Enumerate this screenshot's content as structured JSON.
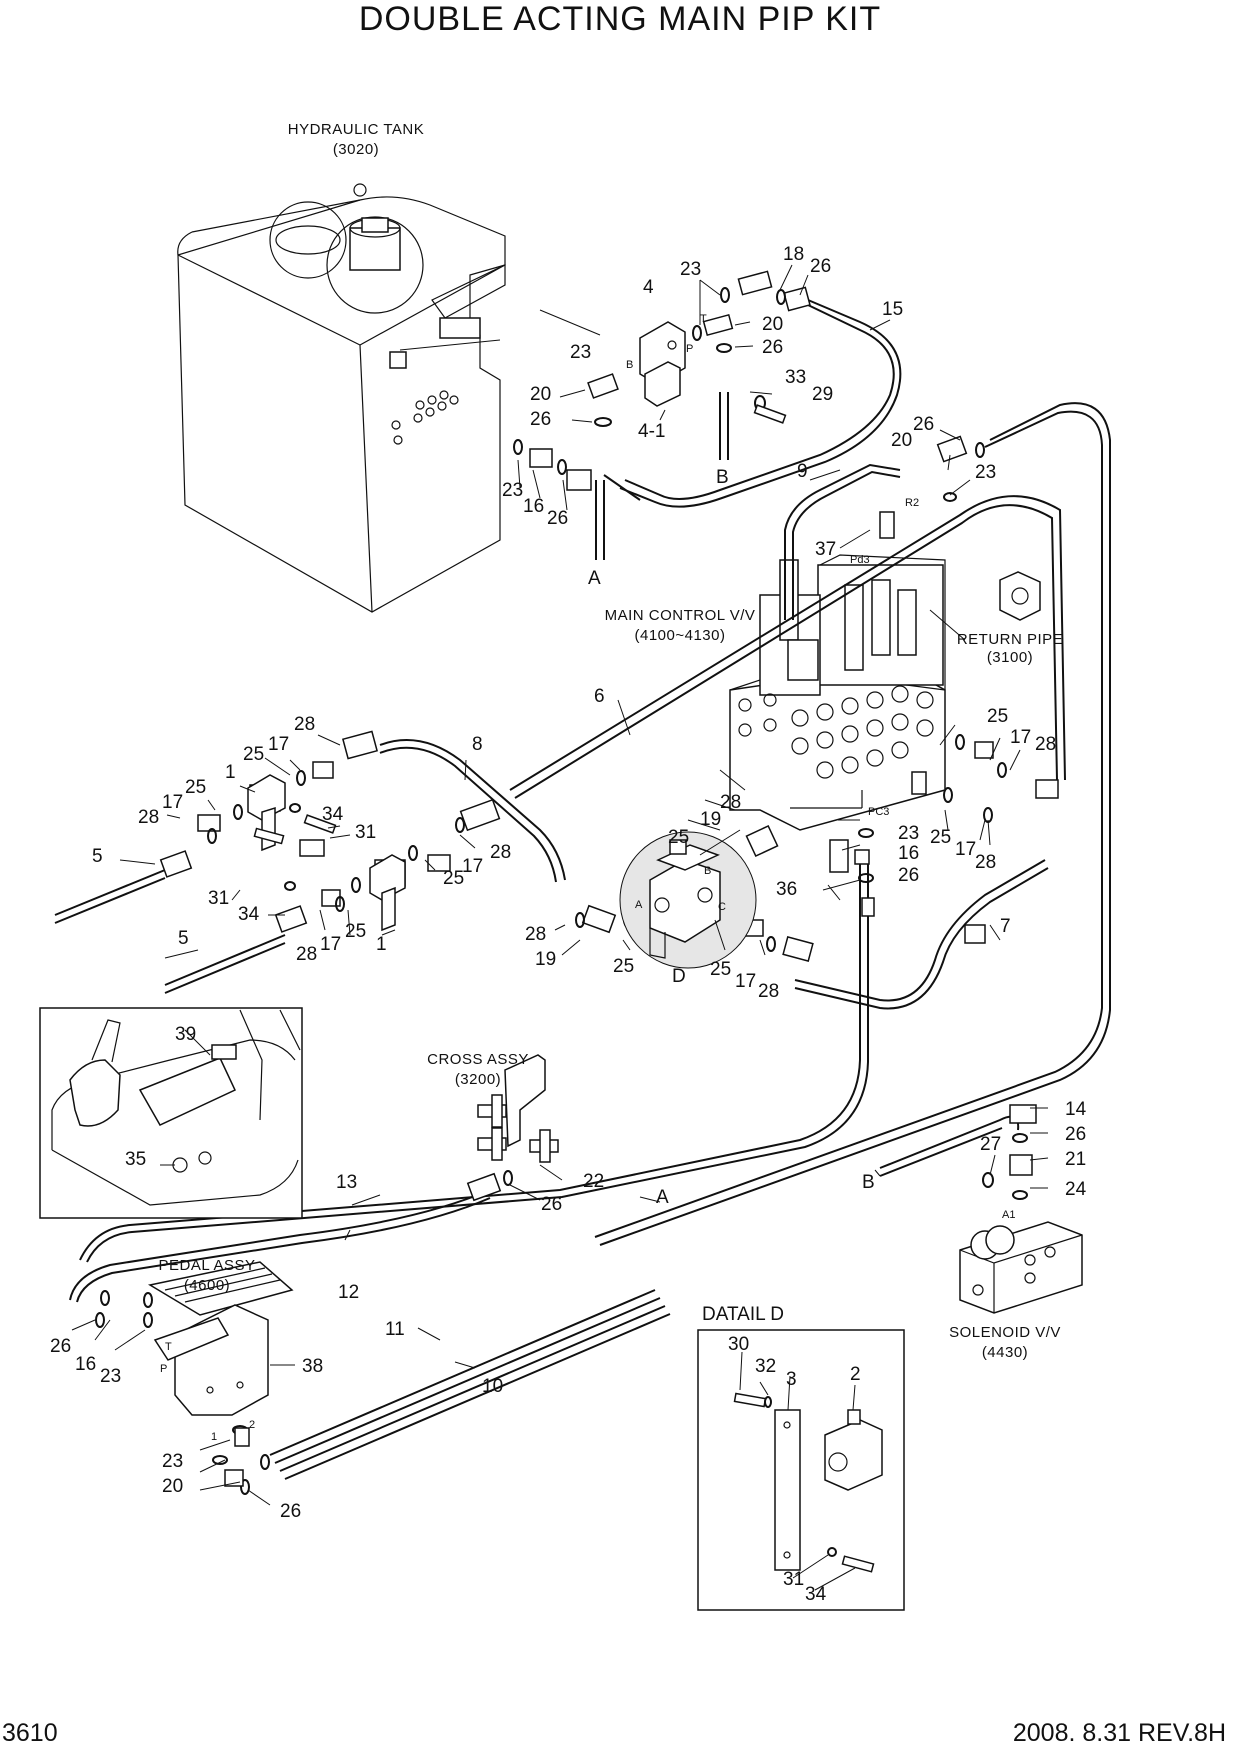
{
  "header": {
    "title": "DOUBLE ACTING MAIN PIP KIT"
  },
  "footer": {
    "page_number": "3610",
    "revision": "2008. 8.31  REV.8H"
  },
  "assemblies": {
    "hydraulic_tank": {
      "name": "HYDRAULIC TANK",
      "code": "(3020)"
    },
    "main_control": {
      "name": "MAIN CONTROL V/V",
      "code": "(4100~4130)"
    },
    "return_pipe": {
      "name": "RETURN PIPE",
      "code": "(3100)"
    },
    "cross_assy": {
      "name": "CROSS ASSY",
      "code": "(3200)"
    },
    "pedal_assy": {
      "name": "PEDAL ASSY",
      "code": "(4600)"
    },
    "solenoid": {
      "name": "SOLENOID V/V",
      "code": "(4430)"
    },
    "detail_d": {
      "title": "DATAIL D"
    }
  },
  "ports": {
    "t": "T",
    "p": "P",
    "b": "B",
    "r2": "R2",
    "pd3": "Pd3",
    "pc3": "PC3",
    "a": "A",
    "c": "C",
    "a1": "A1",
    "one": "1",
    "two": "2"
  },
  "connectors": {
    "a": "A",
    "b": "B",
    "d": "D"
  },
  "callouts": {
    "c1": "23",
    "c2": "18",
    "c3": "26",
    "c4": "4",
    "c5": "15",
    "c6": "20",
    "c7": "26",
    "c8": "23",
    "c9": "33",
    "c10": "29",
    "c11": "20",
    "c12": "26",
    "c13": "4-1",
    "c14": "B",
    "c15": "23",
    "c16": "16",
    "c17": "26",
    "c18": "A",
    "c19": "9",
    "c20": "26",
    "c21": "20",
    "c22": "23",
    "c23": "37",
    "c24": "6",
    "c25": "28",
    "c26": "17",
    "c27": "25",
    "c28": "8",
    "c29": "1",
    "c30": "25",
    "c31": "17",
    "c32": "28",
    "c33": "34",
    "c34": "31",
    "c35": "5",
    "c36": "17",
    "c37": "28",
    "c38": "25",
    "c39": "31",
    "c40": "34",
    "c41": "25",
    "c42": "28",
    "c43": "17",
    "c44": "1",
    "c45": "5",
    "c46": "28",
    "c47": "19",
    "c48": "25",
    "c49": "28",
    "c50": "19",
    "c51": "25",
    "c52": "25",
    "c53": "17",
    "c54": "28",
    "c55": "23",
    "c56": "16",
    "c57": "26",
    "c58": "36",
    "c59": "25",
    "c60": "17",
    "c61": "28",
    "c62": "25",
    "c63": "17",
    "c64": "28",
    "c65": "7",
    "c66": "39",
    "c67": "35",
    "c68": "13",
    "c69": "22",
    "c70": "26",
    "c71": "A",
    "c72": "12",
    "c73": "26",
    "c74": "16",
    "c75": "23",
    "c76": "38",
    "c77": "11",
    "c78": "10",
    "c79": "23",
    "c80": "20",
    "c81": "26",
    "c82": "B",
    "c83": "14",
    "c84": "27",
    "c85": "26",
    "c86": "21",
    "c87": "24",
    "c88": "30",
    "c89": "32",
    "c90": "3",
    "c91": "2",
    "c92": "31",
    "c93": "34"
  }
}
